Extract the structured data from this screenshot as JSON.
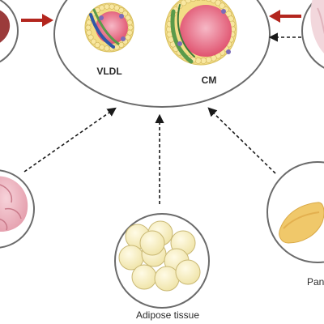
{
  "center": {
    "particles": [
      {
        "label": "VLDL"
      },
      {
        "label": "CM"
      }
    ]
  },
  "organs": [
    {
      "id": "liver",
      "label": ""
    },
    {
      "id": "intestine",
      "label": ""
    },
    {
      "id": "brain",
      "label": ""
    },
    {
      "id": "adipose",
      "label": "Adipose tissue"
    },
    {
      "id": "pancreas",
      "label": "Pan"
    }
  ],
  "colors": {
    "circle_stroke": "#6b6b6b",
    "red_arrow": "#b3261e",
    "dashed_arrow": "#1a1a1a",
    "lipid_yellow": "#f3dd86",
    "core_pink": "#e75a78",
    "brain_pink": "#e9a7b4",
    "pancreas_yellow": "#f0c86a",
    "adipocyte": "#f6efc2"
  }
}
